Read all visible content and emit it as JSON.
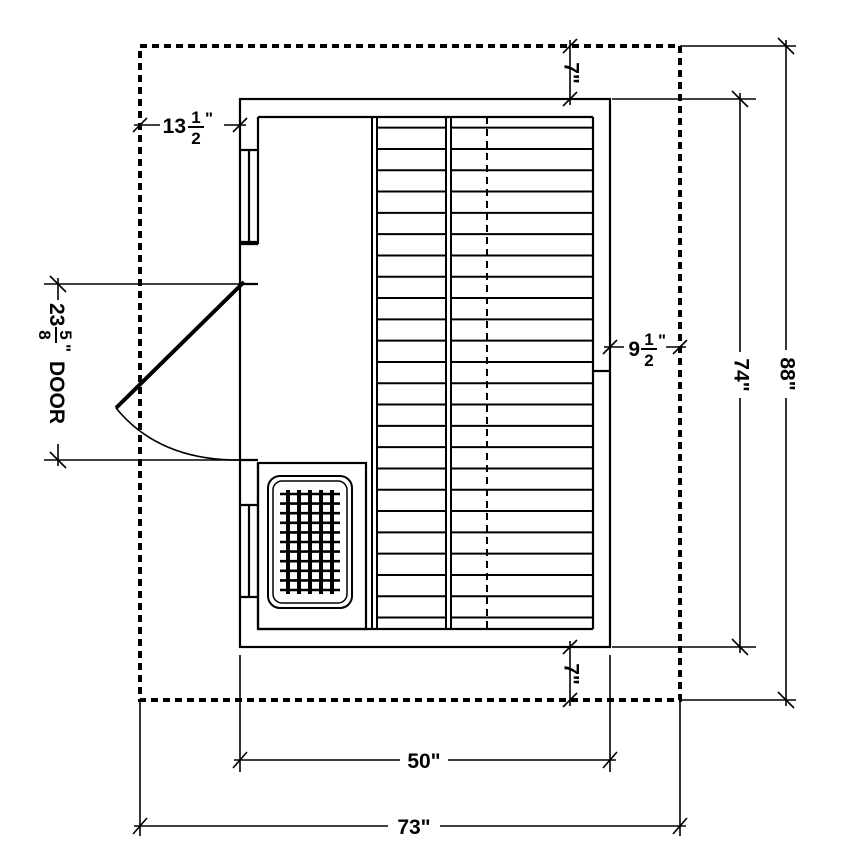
{
  "dimensions": {
    "overall_width": "73\"",
    "interior_width": "50\"",
    "overall_depth": "88\"",
    "interior_depth": "74\"",
    "top_clearance": "7\"",
    "bottom_clearance": "7\"",
    "side_clearance": {
      "whole": "13",
      "num": "1",
      "den": "2",
      "unit": "\""
    },
    "right_clearance": {
      "whole": "9",
      "num": "1",
      "den": "2",
      "unit": "\""
    },
    "door": {
      "whole": "23",
      "num": "5",
      "den": "8",
      "unit": "\"",
      "label": "DOOR"
    }
  },
  "colors": {
    "line": "#000000",
    "background": "#ffffff"
  }
}
